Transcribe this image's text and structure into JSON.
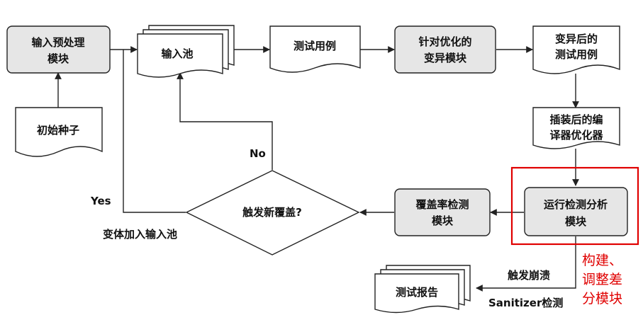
{
  "nodes": {
    "preprocess": [
      "输入预处理",
      "模块"
    ],
    "seed": [
      "初始种子"
    ],
    "pool": [
      "输入池"
    ],
    "testcase": [
      "测试用例"
    ],
    "mutate": [
      "针对优化的",
      "变异模块"
    ],
    "mutated": [
      "变异后的",
      "测试用例"
    ],
    "compiler": [
      "插装后的编",
      "译器优化器"
    ],
    "runtime": [
      "运行检测分析",
      "模块"
    ],
    "coverage": [
      "覆盖率检测",
      "模块"
    ],
    "decision": "触发新覆盖?",
    "report": "测试报告"
  },
  "labels": {
    "no": "No",
    "yes": "Yes",
    "add_pool": "变体加入输入池",
    "crash": "触发崩溃",
    "sanitizer": "Sanitizer检测"
  },
  "annotation": [
    "构建、",
    "调整差",
    "分模块"
  ],
  "colors": {
    "box_fill": "#e6e6e6",
    "doc_fill": "#ffffff",
    "stroke": "#222222",
    "highlight": "#e00000"
  }
}
